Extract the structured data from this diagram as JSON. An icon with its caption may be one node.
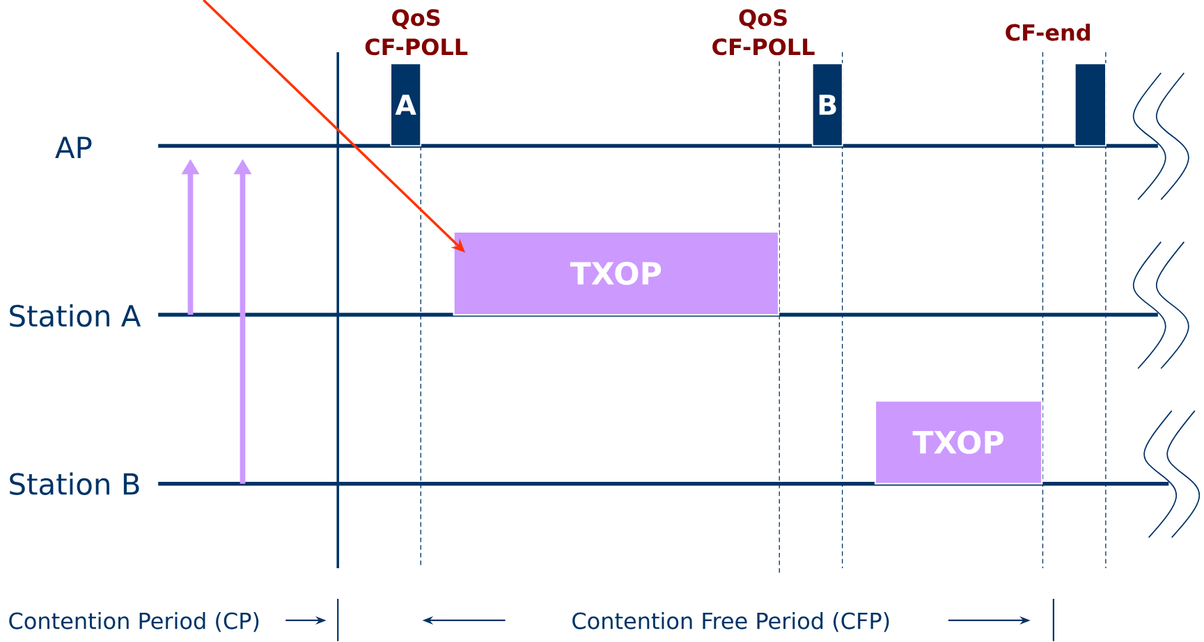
{
  "diagram": {
    "nodes": [
      {
        "text": [
          "A"
        ],
        "beside": [
          "QoS CF-POLL"
        ]
      },
      {
        "text": [
          "B"
        ],
        "beside": [
          "QoS CF-POLL"
        ]
      },
      {
        "text": [],
        "shape": "box",
        "beside": [
          "CF-end"
        ]
      },
      {
        "text": [
          "TXOP"
        ]
      },
      {
        "text": [
          "TXOP"
        ]
      }
    ],
    "edges": [
      {
        "from": null,
        "to": 3,
        "arrow": "to",
        "color": "#ff3300"
      }
    ],
    "labels": [
      "AP",
      "Station A",
      "Station B",
      "Contention Period (CP)",
      "Contention Free Period (CFP)"
    ]
  }
}
